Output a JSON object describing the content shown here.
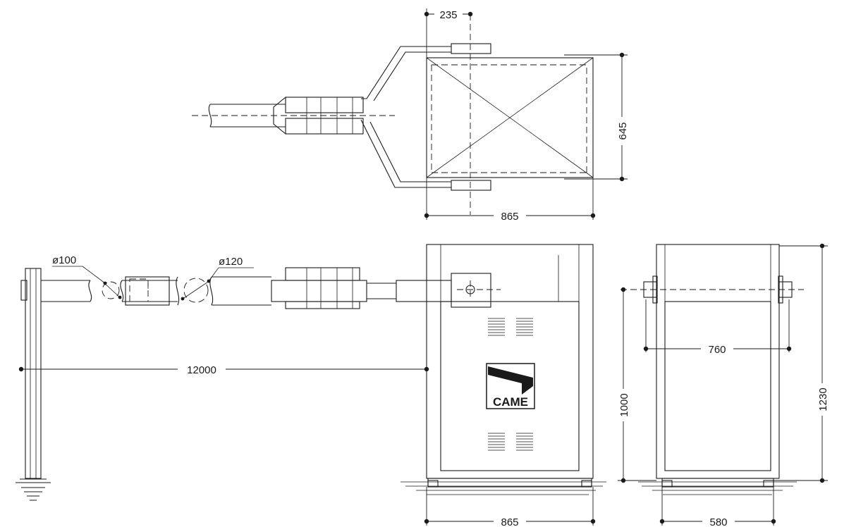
{
  "dimensions": {
    "top_offset": "235",
    "top_depth": "645",
    "top_width": "865",
    "beam_diameter_small": "ø100",
    "beam_diameter_large": "ø120",
    "beam_length": "12000",
    "front_width": "865",
    "side_inner_width": "760",
    "side_height_axis": "1000",
    "side_total_height": "1230",
    "side_base_width": "580"
  },
  "logo": {
    "text": "CAME"
  },
  "colors": {
    "line": "#1a1a1a",
    "background": "#ffffff"
  }
}
